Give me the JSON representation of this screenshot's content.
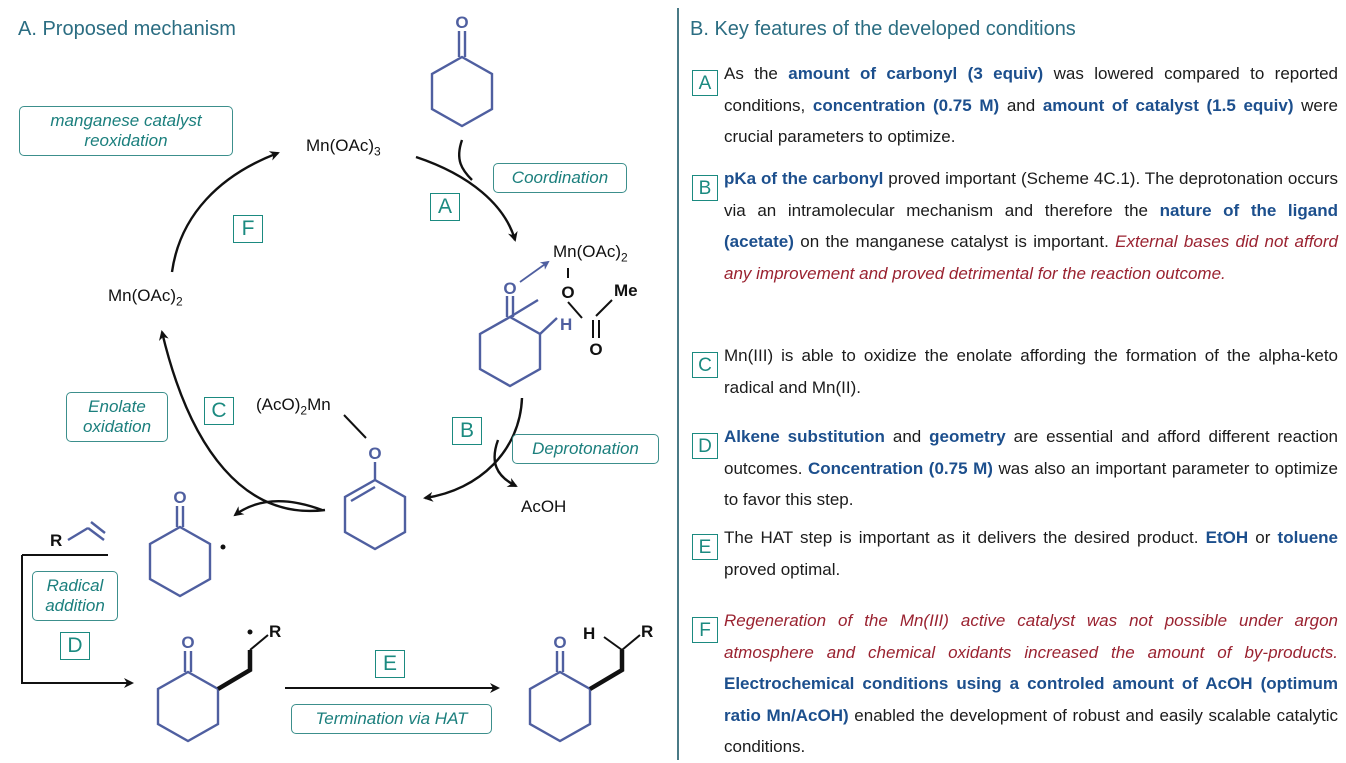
{
  "left": {
    "title": "A. Proposed mechanism",
    "labels": {
      "reoxidation": "manganese catalyst reoxidation",
      "coordination": "Coordination",
      "deprotonation": "Deprotonation",
      "enolate_oxidation": "Enolate oxidation",
      "radical_addition": "Radical addition",
      "termination": "Termination via HAT"
    },
    "step_tags": {
      "a": "A",
      "b": "B",
      "c": "C",
      "d": "D",
      "e": "E",
      "f": "F"
    },
    "species": {
      "mn_oac3": "Mn(OAc)",
      "mn_oac3_sub": "3",
      "mn_oac2": "Mn(OAc)",
      "mn_oac2_sub": "2",
      "acoh": "AcOH",
      "aco2mn_pre": "(AcO)",
      "aco2mn_sub": "2",
      "aco2mn_post": "Mn",
      "complex_mn": "Mn(OAc)",
      "complex_mn_sub": "2",
      "me": "Me",
      "o": "O",
      "h": "H",
      "r": "R"
    }
  },
  "right": {
    "title": "B. Key features of the developed conditions",
    "features": [
      {
        "tag": "A",
        "segments": [
          {
            "t": "As the ",
            "s": "n"
          },
          {
            "t": "amount of carbonyl (3 equiv)",
            "s": "hl"
          },
          {
            "t": " was lowered compared to reported conditions, ",
            "s": "n"
          },
          {
            "t": "concentration (0.75 M)",
            "s": "hl"
          },
          {
            "t": " and ",
            "s": "n"
          },
          {
            "t": "amount of catalyst (1.5 equiv)",
            "s": "hl"
          },
          {
            "t": " were crucial parameters to optimize.",
            "s": "n"
          }
        ]
      },
      {
        "tag": "B",
        "segments": [
          {
            "t": "pKa of the carbonyl",
            "s": "hl"
          },
          {
            "t": " proved important (Scheme 4C.1). The deprotonation occurs via an intramolecular mechanism and therefore the ",
            "s": "n"
          },
          {
            "t": "nature of the ligand (acetate)",
            "s": "hl"
          },
          {
            "t": " on the manganese catalyst is important. ",
            "s": "n"
          },
          {
            "t": "External bases did not afford any improvement and proved detrimental for the reaction outcome.",
            "s": "red"
          }
        ]
      },
      {
        "tag": "C",
        "segments": [
          {
            "t": "Mn(III) is able to oxidize the enolate affording the formation of the alpha-keto radical and Mn(II).",
            "s": "n"
          }
        ]
      },
      {
        "tag": "D",
        "segments": [
          {
            "t": "Alkene substitution",
            "s": "hl"
          },
          {
            "t": " and ",
            "s": "n"
          },
          {
            "t": "geometry",
            "s": "hl"
          },
          {
            "t": " are essential and afford different reaction outcomes. ",
            "s": "n"
          },
          {
            "t": "Concentration (0.75 M)",
            "s": "hl"
          },
          {
            "t": " was also an important parameter to optimize to favor this step.",
            "s": "n"
          }
        ]
      },
      {
        "tag": "E",
        "segments": [
          {
            "t": "The HAT step is important as it delivers the desired product. ",
            "s": "n"
          },
          {
            "t": "EtOH",
            "s": "hl"
          },
          {
            "t": " or ",
            "s": "n"
          },
          {
            "t": "toluene",
            "s": "hl"
          },
          {
            "t": " proved optimal.",
            "s": "n"
          }
        ]
      },
      {
        "tag": "F",
        "segments": [
          {
            "t": "Regeneration of the Mn(III) active catalyst was not possible under argon atmosphere and chemical oxidants increased the amount of by-products.",
            "s": "red"
          },
          {
            "t": " ",
            "s": "n"
          },
          {
            "t": "Electrochemical conditions using a controled amount of AcOH (optimum ratio Mn/AcOH)",
            "s": "hl"
          },
          {
            "t": " enabled the development of robust and easily scalable catalytic conditions.",
            "s": "n"
          }
        ]
      }
    ]
  },
  "colors": {
    "teal": "#1b8a80",
    "blue_structure": "#4f5fa0",
    "highlight": "#1c4f8d",
    "red": "#9a2230",
    "title": "#2b6d82"
  }
}
